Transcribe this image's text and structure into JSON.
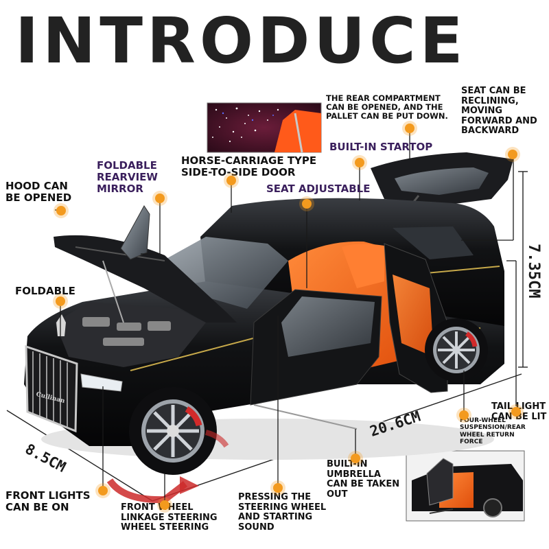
{
  "title": "INTRODUCE",
  "dimensions": {
    "height": "7.35CM",
    "length": "20.6CM",
    "width": "8.5CM"
  },
  "callouts": {
    "rear_compartment": "THE REAR COMPARTMENT\nCAN BE OPENED, AND THE\nPALLET CAN BE PUT DOWN.",
    "seat_reclining": "SEAT CAN BE\nRECLINING,\nMOVING\nFORWARD AND\nBACKWARD",
    "built_in_startop": "BUILT-IN STARTOP",
    "foldable_mirror": "FOLDABLE\nREARVIEW\nMIRROR",
    "horse_carriage": "HORSE-CARRIAGE TYPE\nSIDE-TO-SIDE DOOR",
    "seat_adjustable": "SEAT ADJUSTABLE",
    "hood": "HOOD CAN\nBE OPENED",
    "foldable": "FOLDABLE",
    "tail_light": "TAIL LIGHT\nCAN BE LIT",
    "suspension": "FOUR-WHEEL\nSUSPENSION/REAR\nWHEEL RETURN\nFORCE",
    "umbrella": "BUILT-IN\nUMBRELLA\nCAN BE TAKEN\nOUT",
    "front_lights": "FRONT LIGHTS\nCAN BE ON",
    "front_wheel": "FRONT WHEEL\nLINKAGE STEERING\nWHEEL STEERING",
    "steering_sound": "PRESSING THE\nSTEERING WHEEL\nAND STARTING\nSOUND"
  },
  "badge_text": "Cullinan",
  "colors": {
    "accent": "#f39a1e",
    "car_body": "#111214",
    "interior": "#ff6a1a",
    "label_purple": "#3a1f5c",
    "brake": "#d22a2a"
  }
}
